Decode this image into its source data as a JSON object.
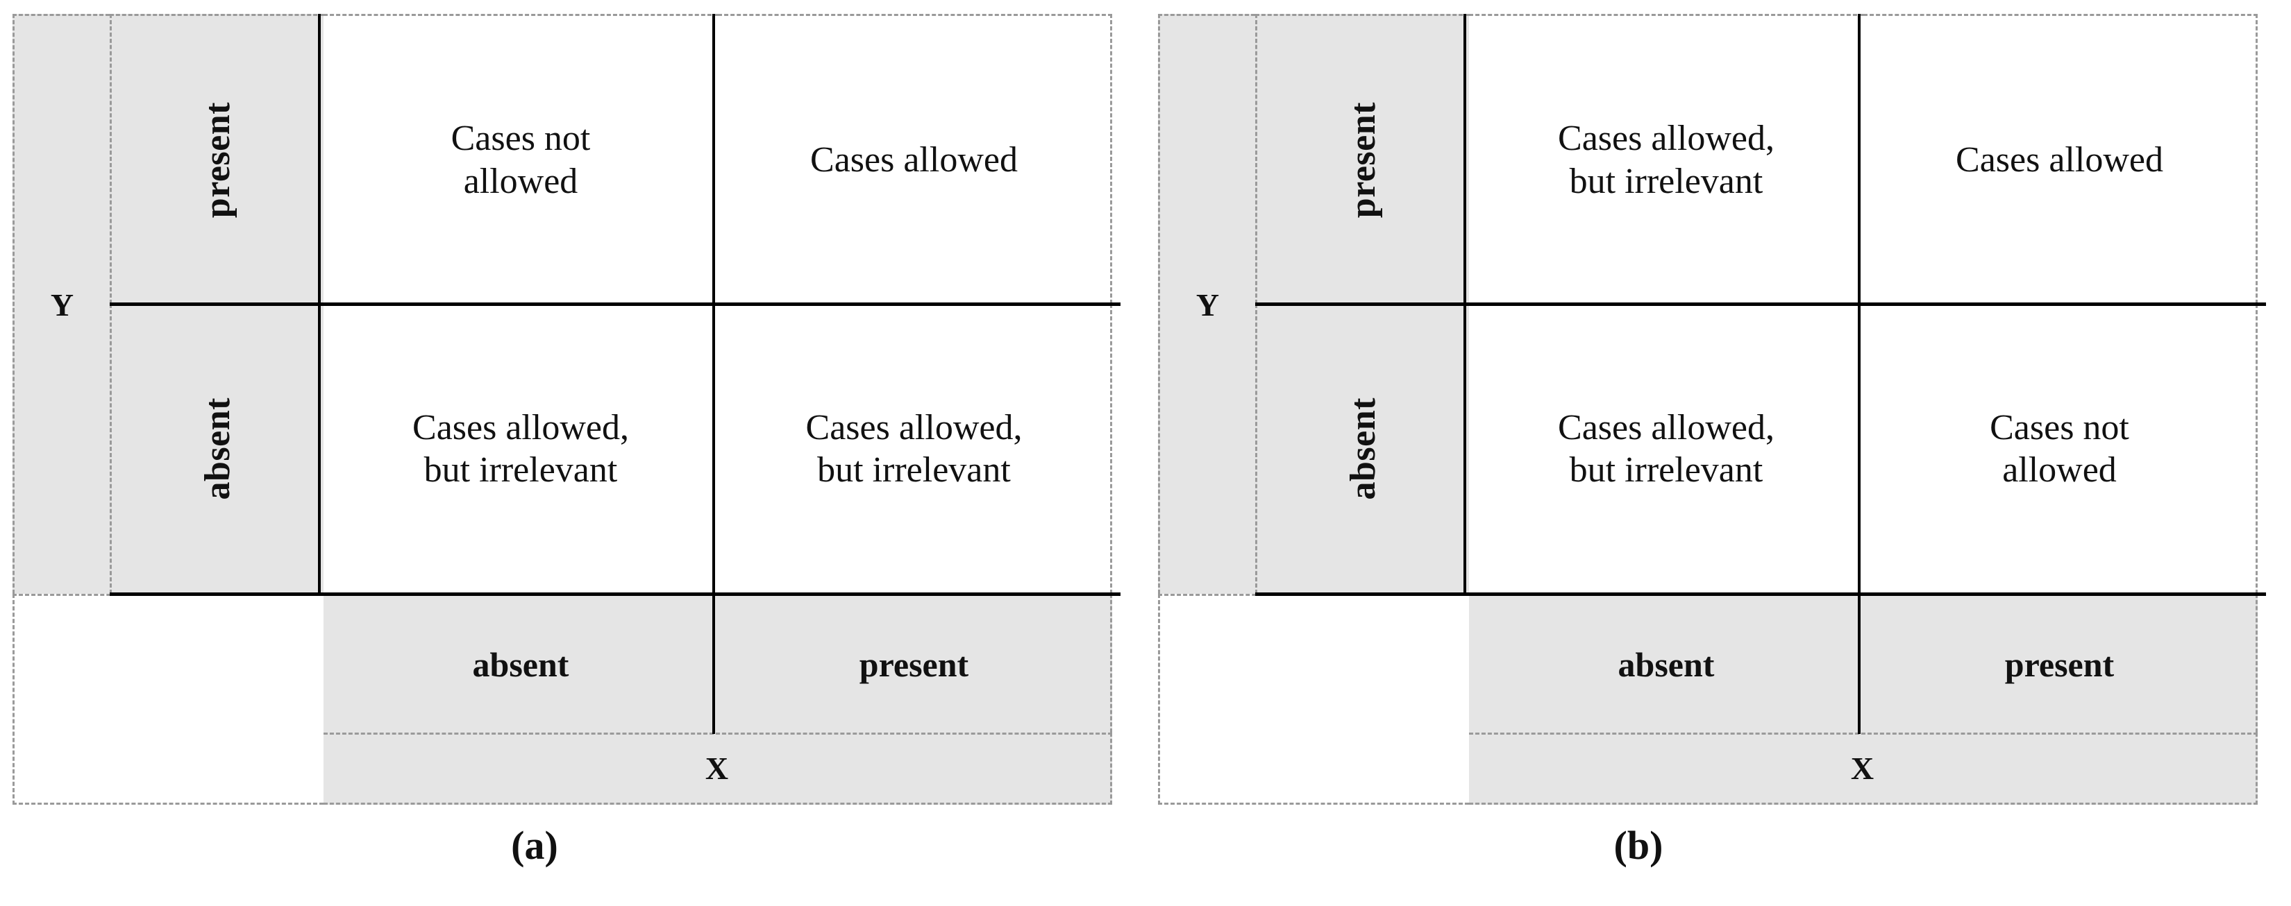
{
  "figure": {
    "type": "two-panel-contingency-matrix",
    "axis": {
      "y_label": "Y",
      "x_label": "X"
    },
    "row_headers": [
      "present",
      "absent"
    ],
    "column_headers": [
      "absent",
      "present"
    ],
    "colors": {
      "shade": "#E5E5E5",
      "background": "#FFFFFF",
      "dashed_rule": "#9A9A9A",
      "solid_rule": "#000000",
      "text": "#111111"
    }
  },
  "panels": [
    {
      "id": "a",
      "caption": "(a)",
      "y_label": "Y",
      "x_label": "X",
      "row_headers": [
        "present",
        "absent"
      ],
      "column_headers": [
        "absent",
        "present"
      ],
      "cells": [
        [
          "Cases not\nallowed",
          "Cases allowed"
        ],
        [
          "Cases allowed,\nbut irrelevant",
          "Cases allowed,\nbut irrelevant"
        ]
      ]
    },
    {
      "id": "b",
      "caption": "(b)",
      "y_label": "Y",
      "x_label": "X",
      "row_headers": [
        "present",
        "absent"
      ],
      "column_headers": [
        "absent",
        "present"
      ],
      "cells": [
        [
          "Cases allowed,\nbut irrelevant",
          "Cases allowed"
        ],
        [
          "Cases allowed,\nbut irrelevant",
          "Cases not\nallowed"
        ]
      ]
    }
  ]
}
